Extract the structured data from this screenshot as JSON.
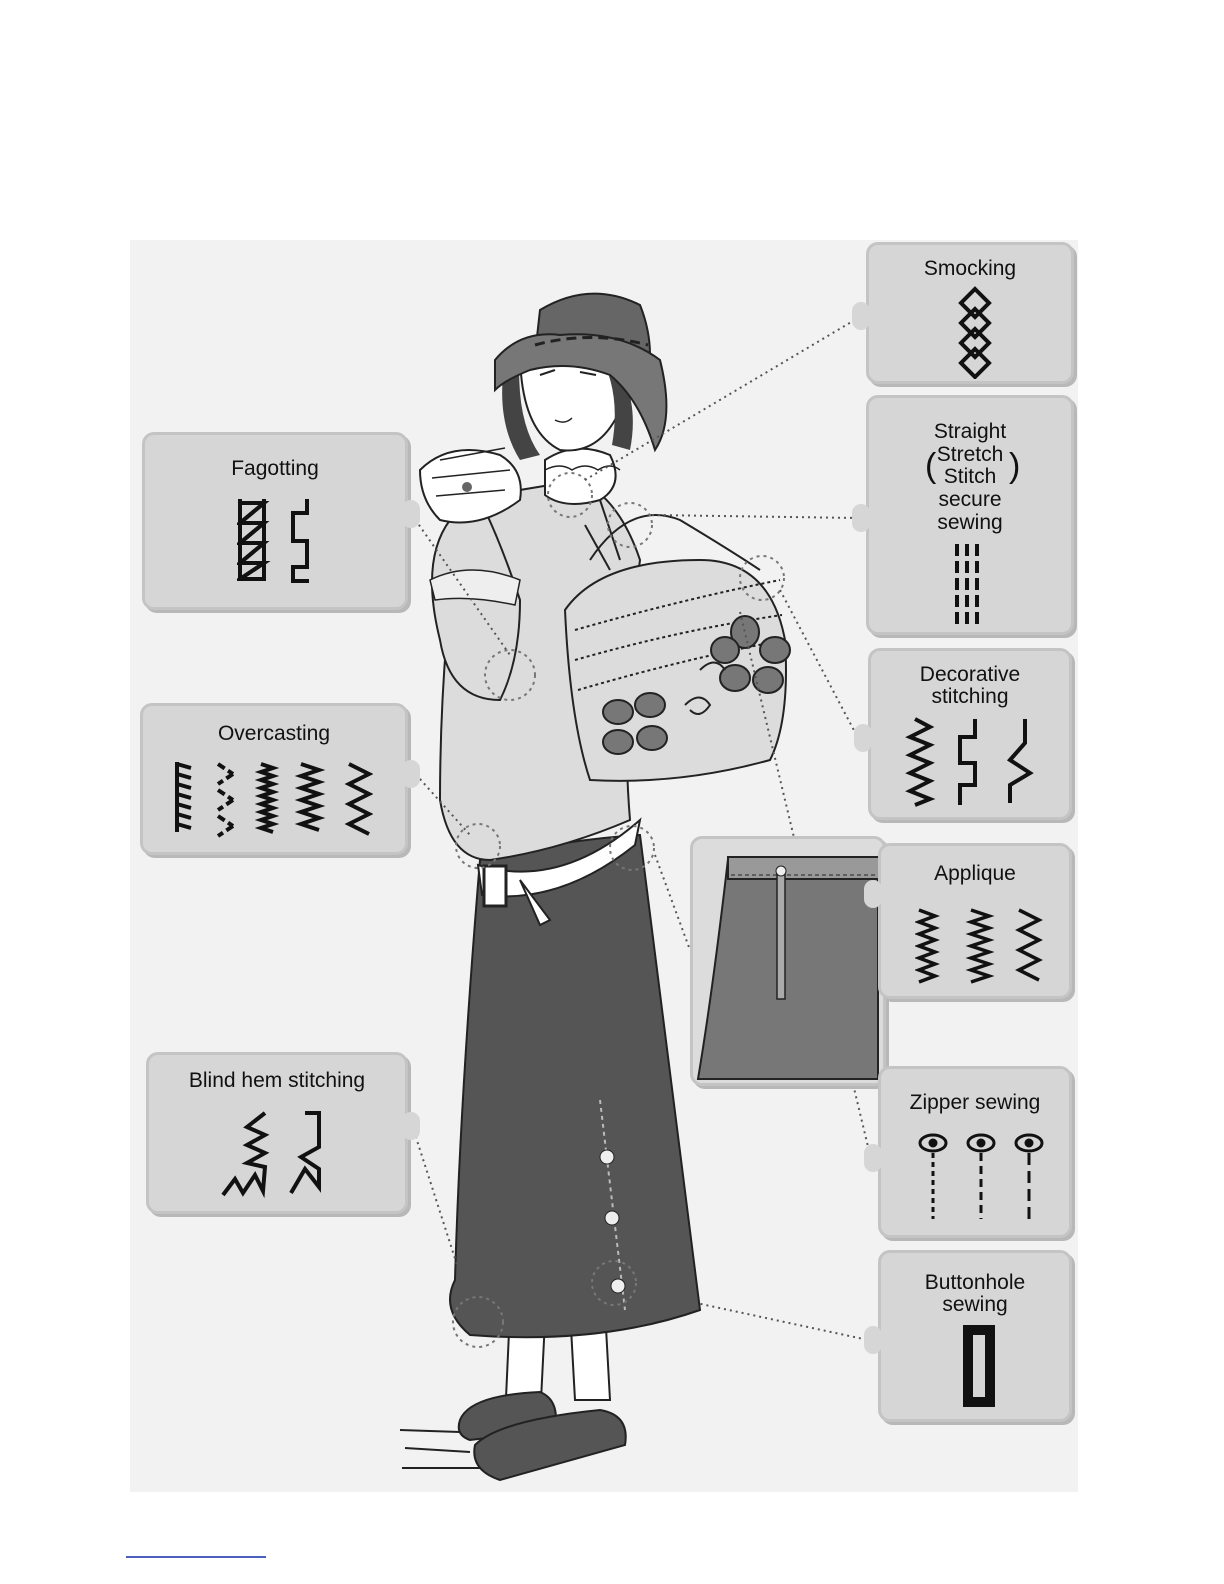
{
  "callouts": {
    "smocking": "Smocking",
    "straight": [
      "Straight",
      "Stretch",
      "Stitch",
      "secure",
      "sewing"
    ],
    "decorative": [
      "Decorative",
      "stitching"
    ],
    "applique": "Applique",
    "zipper": "Zipper sewing",
    "buttonhole": [
      "Buttonhole",
      "sewing"
    ],
    "fagotting": "Fagotting",
    "overcasting": "Overcasting",
    "blindhem": "Blind hem stitching"
  }
}
